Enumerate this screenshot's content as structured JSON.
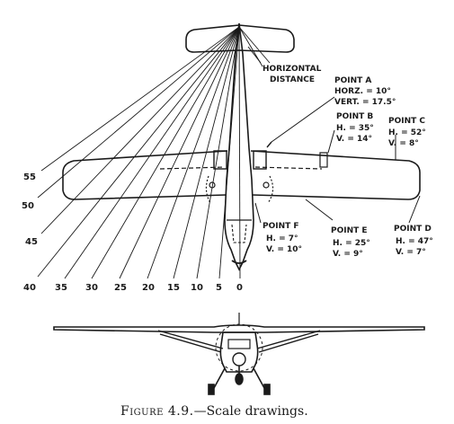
{
  "diagram": {
    "angle_ticks": [
      "55",
      "50",
      "45",
      "40",
      "35",
      "30",
      "25",
      "20",
      "15",
      "10",
      "5",
      "0"
    ],
    "horizontal_distance": [
      "HORIZONTAL",
      "DISTANCE"
    ],
    "points": {
      "a": {
        "name": "POINT A",
        "h": "HORZ. = 10°",
        "v": "VERT. = 17.5°"
      },
      "b": {
        "name": "POINT B",
        "h": "H. = 35°",
        "v": "V. = 14°"
      },
      "c": {
        "name": "POINT C",
        "h": "H. = 52°",
        "v": "V. = 8°"
      },
      "d": {
        "name": "POINT D",
        "h": "H. = 47°",
        "v": "V. = 7°"
      },
      "e": {
        "name": "POINT E",
        "h": "H. = 25°",
        "v": "V. = 9°"
      },
      "f": {
        "name": "POINT F",
        "h": "H. = 7°",
        "v": "V. = 10°"
      }
    },
    "caption": {
      "figure": "Figure 4.9.",
      "rest": "—Scale drawings."
    }
  }
}
